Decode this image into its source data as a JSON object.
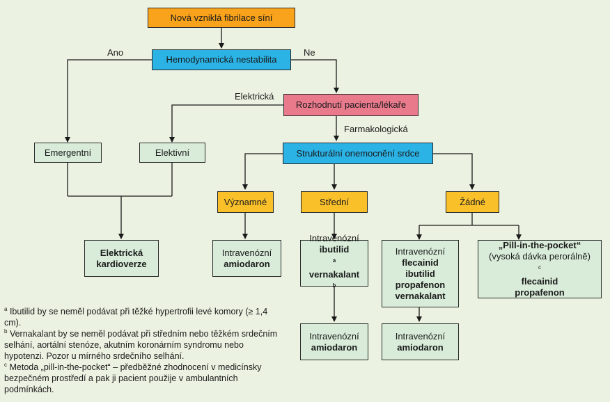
{
  "nodes": {
    "start": "Nová vzniklá fibrilace síní",
    "hemo": "Hemodynamická nestabilita",
    "decision": "Rozhodnutí pacienta/lékaře",
    "emergent": "Emergentní",
    "elective": "Elektivní",
    "structural": "Strukturální onemocnění srdce",
    "significant": "Významné",
    "moderate": "Střední",
    "none": "Žádné",
    "cardioversion": [
      "Elektrická",
      "kardioverze"
    ],
    "iv_amio_1": [
      "Intravenózní",
      "amiodaron"
    ],
    "ibutilide": {
      "l1": "Intravenózní",
      "l2": "ibutilid",
      "l2_sup": "a",
      "l3": "vernakalant",
      "l3_sup": "b"
    },
    "iv_amio_2": [
      "Intravenózní",
      "amiodaron"
    ],
    "flecainide_box": [
      "Intravenózní",
      "flecainid",
      "ibutilid",
      "propafenon",
      "vernakalant"
    ],
    "pill": {
      "l1": "„Pill-in-the-pocket“",
      "l2": "(vysoká dávka perorálně)",
      "l2_sup": "c",
      "l3": "flecainid",
      "l4": "propafenon"
    },
    "iv_amio_3": [
      "Intravenózní",
      "amiodaron"
    ]
  },
  "edge_labels": {
    "yes": "Ano",
    "no": "Ne",
    "electric": "Elektrická",
    "pharma": "Farmakologická"
  },
  "footnotes": [
    {
      "mark": "a",
      "text": "Ibutilid by se neměl podávat při těžké hypertrofii levé komory (≥ 1,4 cm)."
    },
    {
      "mark": "b",
      "text": "Vernakalant by se neměl podávat při středním nebo těžkém srdečním selhání, aortální stenóze, akutním koronárním syndromu nebo hypotenzi. Pozor u mírného srdečního selhání."
    },
    {
      "mark": "c",
      "text": "Metoda „pill-in-the-pocket“ – předběžné zhodnocení v medicínsky bezpečném prostředí a pak ji pacient použije v ambulantních podmínkách."
    }
  ],
  "colors": {
    "background": "#ecf2e2",
    "start": "#f9a21b",
    "question": "#2bb3e6",
    "decision": "#e87a8c",
    "category": "#f9c02a",
    "outcome": "#d8ecd9"
  }
}
